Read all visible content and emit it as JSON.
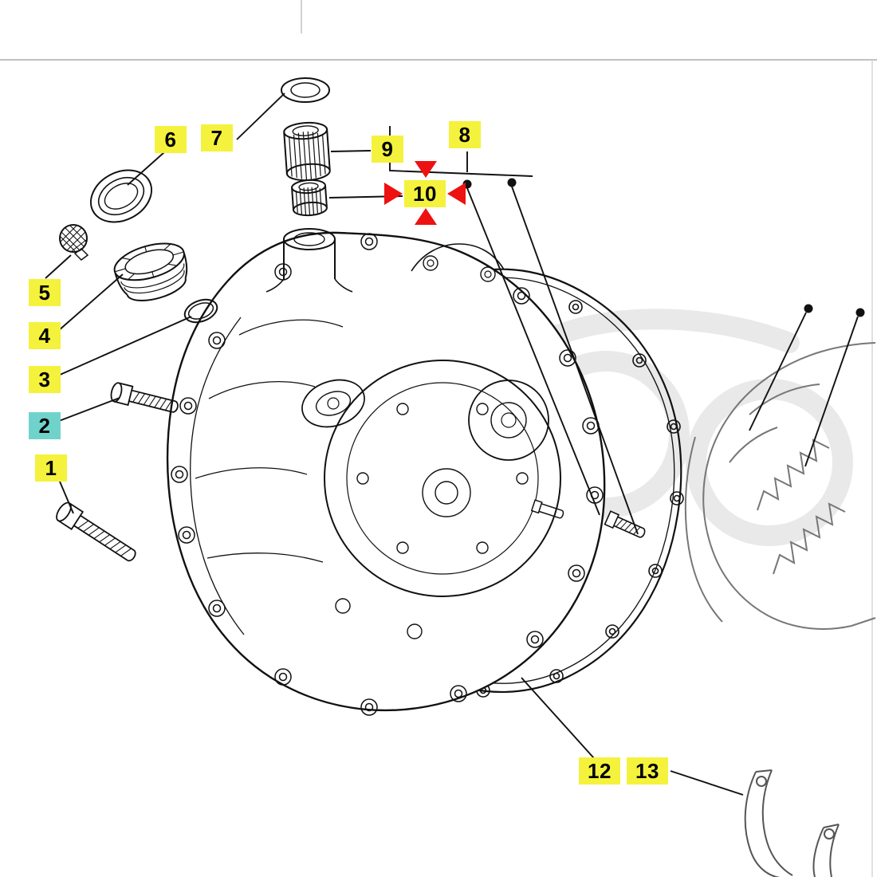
{
  "diagram": {
    "type": "exploded-parts-diagram",
    "subject": "Engine clutch cover / crankcase cover assembly",
    "selected_callout": "10",
    "colors": {
      "highlight_yellow": "#f4f23c",
      "highlight_cyan": "#6fd3cc",
      "selection_red": "#ee1111",
      "line": "#111111",
      "faded_gray": "#777777",
      "watermark_gray": "#e8e8e8",
      "background": "#ffffff"
    },
    "callouts": [
      {
        "number": "1",
        "highlight": "yellow"
      },
      {
        "number": "2",
        "highlight": "cyan"
      },
      {
        "number": "3",
        "highlight": "yellow"
      },
      {
        "number": "4",
        "highlight": "yellow"
      },
      {
        "number": "5",
        "highlight": "yellow"
      },
      {
        "number": "6",
        "highlight": "yellow"
      },
      {
        "number": "7",
        "highlight": "yellow"
      },
      {
        "number": "8",
        "highlight": "yellow"
      },
      {
        "number": "9",
        "highlight": "yellow"
      },
      {
        "number": "10",
        "highlight": "yellow",
        "selected": true
      },
      {
        "number": "12",
        "highlight": "yellow"
      },
      {
        "number": "13",
        "highlight": "yellow"
      }
    ]
  }
}
